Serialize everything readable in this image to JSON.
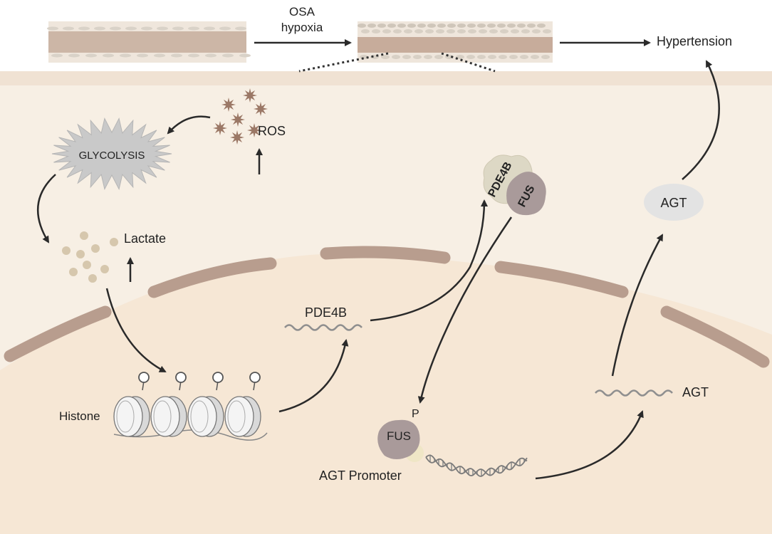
{
  "labels": {
    "stimulus_line1": "OSA",
    "stimulus_line2": "hypoxia",
    "outcome": "Hypertension",
    "ros": "ROS",
    "glycolysis": "GLYCOLYSIS",
    "lactate": "Lactate",
    "histone": "Histone",
    "pde4b_mrna": "PDE4B",
    "complex_pde4b": "PDE4B",
    "complex_fus": "FUS",
    "fus": "FUS",
    "phospho": "P",
    "agt_promoter": "AGT Promoter",
    "agt_mrna": "AGT",
    "agt_protein": "AGT"
  },
  "colors": {
    "cell_background": "#f7efe4",
    "vessel_band": "#ccb6a6",
    "vessel_wall": "#efe6dc",
    "nuclear_envelope": "#b89d8e",
    "nucleoplasm": "#f6e7d5",
    "fus": "#a99a9a",
    "pde4b": "#ddd8c5",
    "agt_protein": "#e3e3e3",
    "ros": "#9b7866",
    "lactate": "#d6c7ad",
    "glycolysis": "#c9c9c9",
    "arrow": "#2a2a2a"
  },
  "icons": [
    "vessel-normal",
    "vessel-remodeled",
    "ros-burst",
    "glycolysis-burst",
    "lactate-dots",
    "nucleosome",
    "mrna-wave",
    "dna-helix"
  ]
}
